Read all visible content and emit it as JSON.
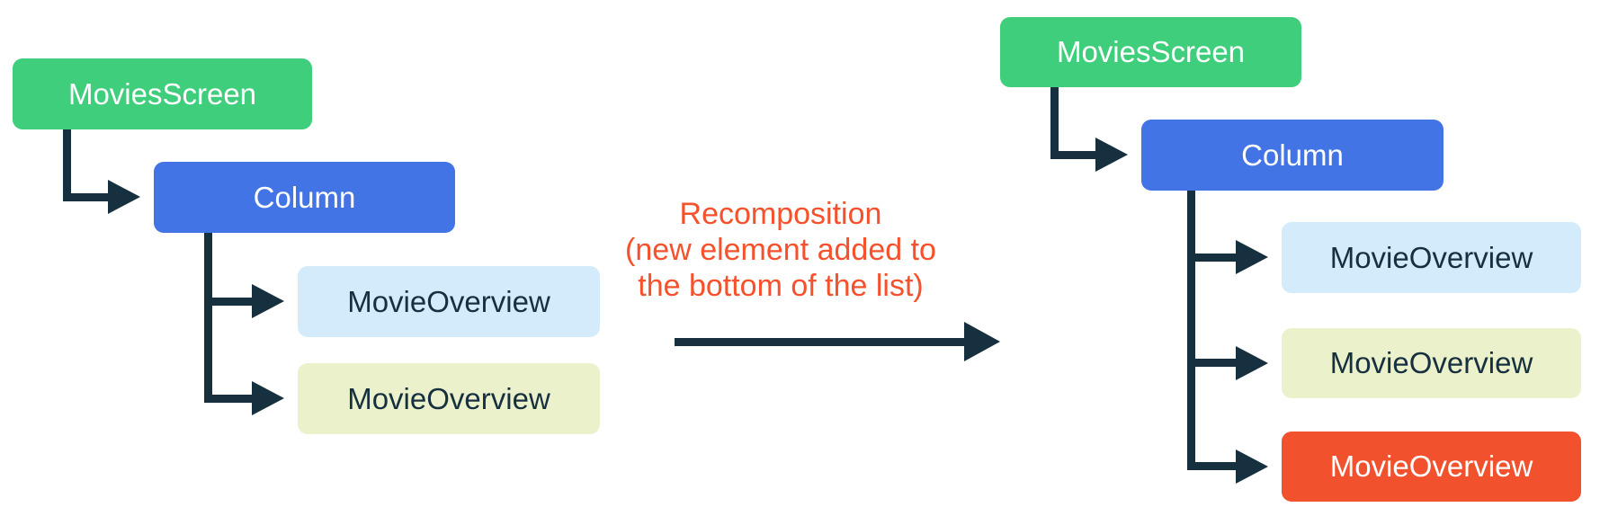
{
  "caption": {
    "lines": [
      "Recomposition",
      "(new element added to",
      "the bottom of the list)"
    ]
  },
  "left_tree": {
    "root": {
      "label": "MoviesScreen"
    },
    "column": {
      "label": "Column"
    },
    "children": [
      {
        "label": "MovieOverview"
      },
      {
        "label": "MovieOverview"
      }
    ]
  },
  "right_tree": {
    "root": {
      "label": "MoviesScreen"
    },
    "column": {
      "label": "Column"
    },
    "children": [
      {
        "label": "MovieOverview"
      },
      {
        "label": "MovieOverview"
      },
      {
        "label": "MovieOverview"
      }
    ]
  },
  "colors": {
    "root_green": "#3FCE7C",
    "column_blue": "#4374E6",
    "child_blue": "#D4EBFB",
    "child_yellow": "#EBF1CB",
    "child_orange_new": "#F1512D",
    "caption_orange": "#F4512C",
    "connector_navy": "#16303F",
    "dark_text_navy": "#16303F",
    "light_text": "#FFFFFF"
  }
}
